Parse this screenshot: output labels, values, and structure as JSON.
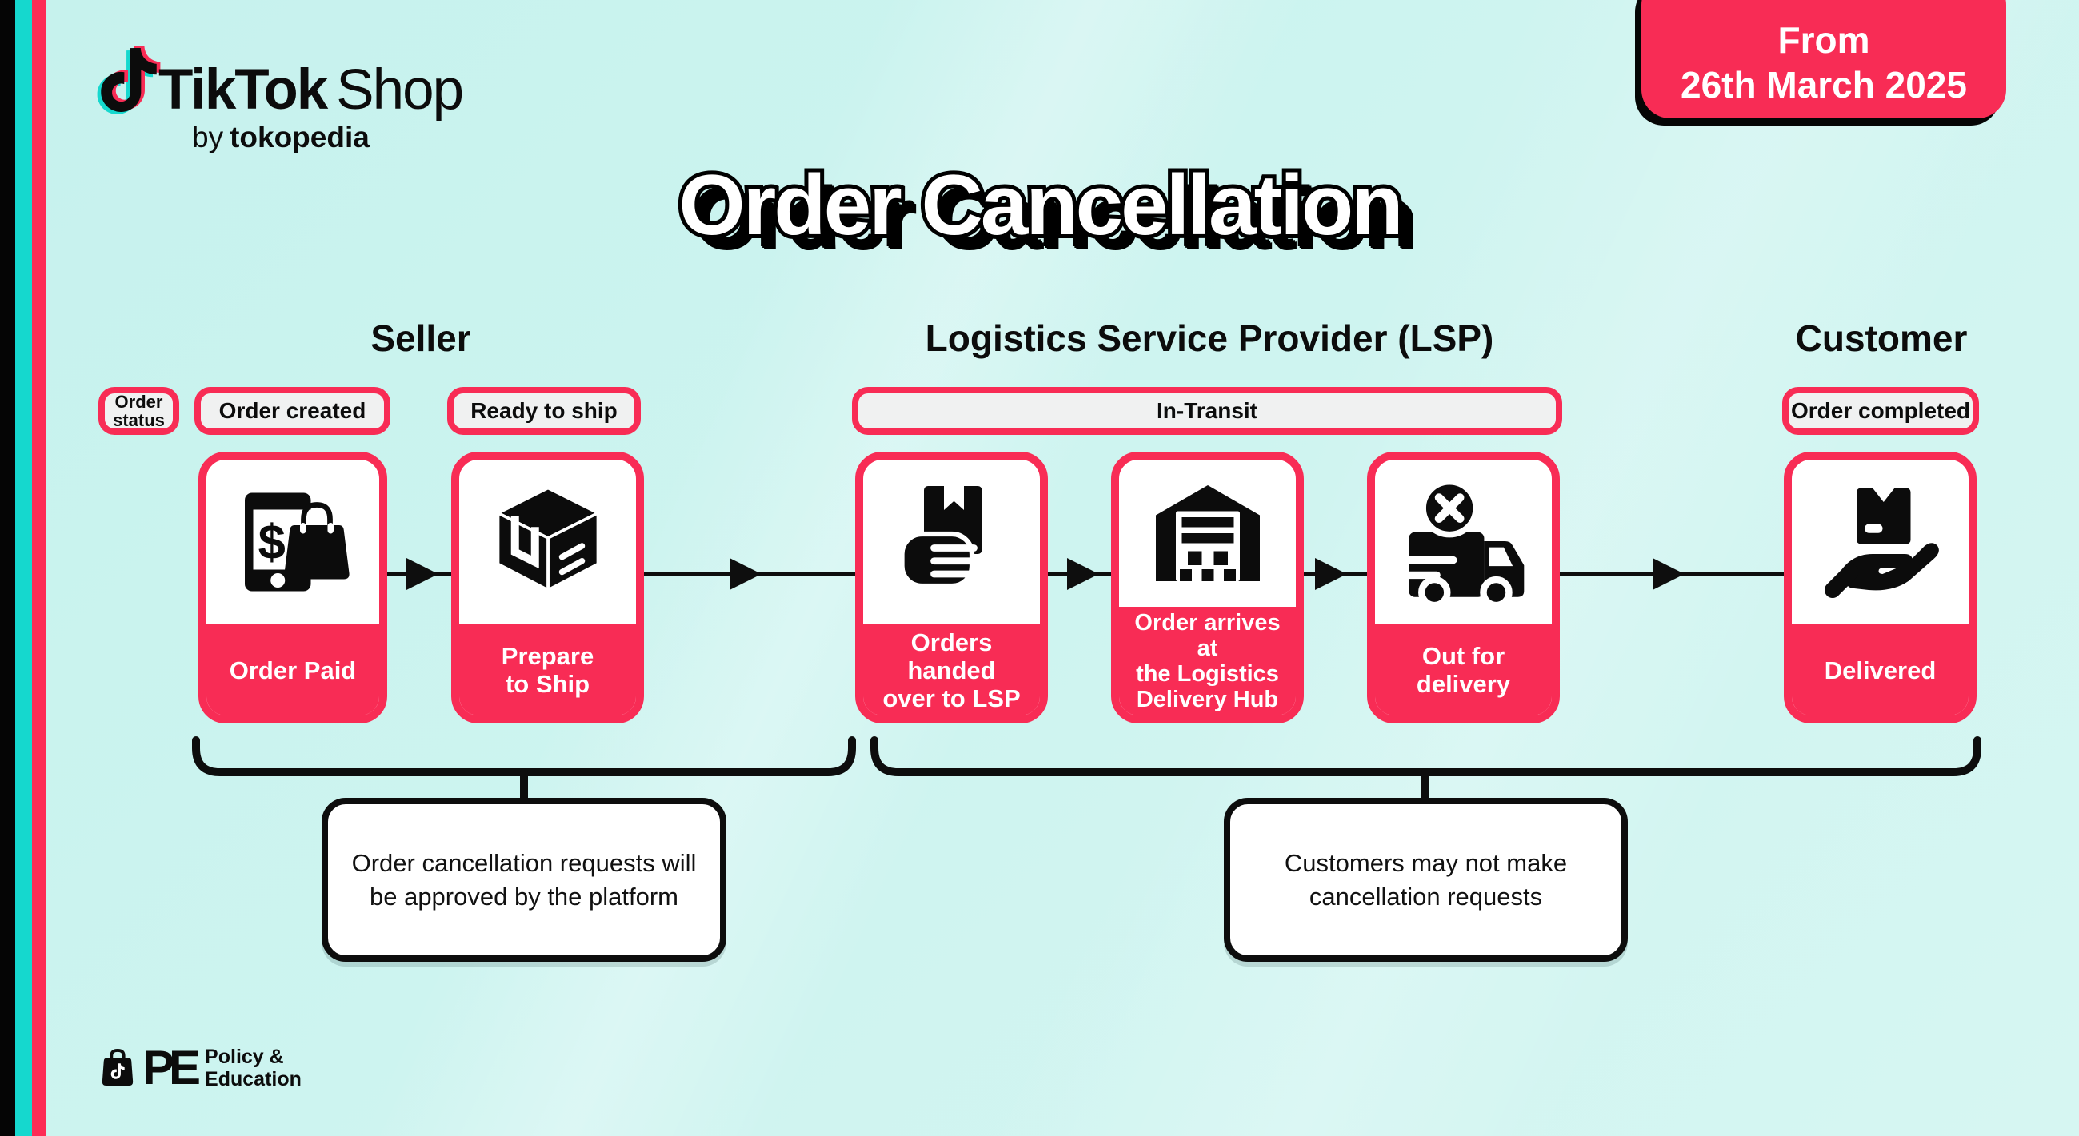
{
  "colors": {
    "pink": "#f82c55",
    "cyan_stripe": "#15d8ce",
    "black": "#0c0c0c",
    "background": "#cdf4f0",
    "badge_bg": "#f0f1f1",
    "white": "#ffffff"
  },
  "brand": {
    "tiktok": "TikTok",
    "shop": "Shop",
    "by": "by",
    "tokopedia": "tokopedia"
  },
  "date_badge": {
    "line1": "From",
    "line2": "26th March 2025"
  },
  "title": "Order Cancellation",
  "sections": {
    "seller": "Seller",
    "lsp": "Logistics Service Provider (LSP)",
    "customer": "Customer"
  },
  "status_row": {
    "axis_label": "Order\nstatus",
    "badges": [
      "Order created",
      "Ready to ship",
      "In-Transit",
      "Order completed"
    ]
  },
  "steps": [
    {
      "label": "Order Paid",
      "icon": "payment-phone-icon"
    },
    {
      "label": "Prepare\nto Ship",
      "icon": "package-box-icon"
    },
    {
      "label": "Orders handed\nover to LSP",
      "icon": "handover-package-icon"
    },
    {
      "label": "Order arrives at\nthe Logistics\nDelivery Hub",
      "icon": "warehouse-icon"
    },
    {
      "label": "Out for delivery",
      "icon": "delivery-truck-cancel-icon"
    },
    {
      "label": "Delivered",
      "icon": "delivered-package-icon"
    }
  ],
  "notes": [
    {
      "text": "Order cancellation requests will\nbe approved by the platform"
    },
    {
      "text": "Customers may not make\ncancellation requests"
    }
  ],
  "footer": {
    "mark": "PE",
    "label": "Policy &\nEducation"
  }
}
